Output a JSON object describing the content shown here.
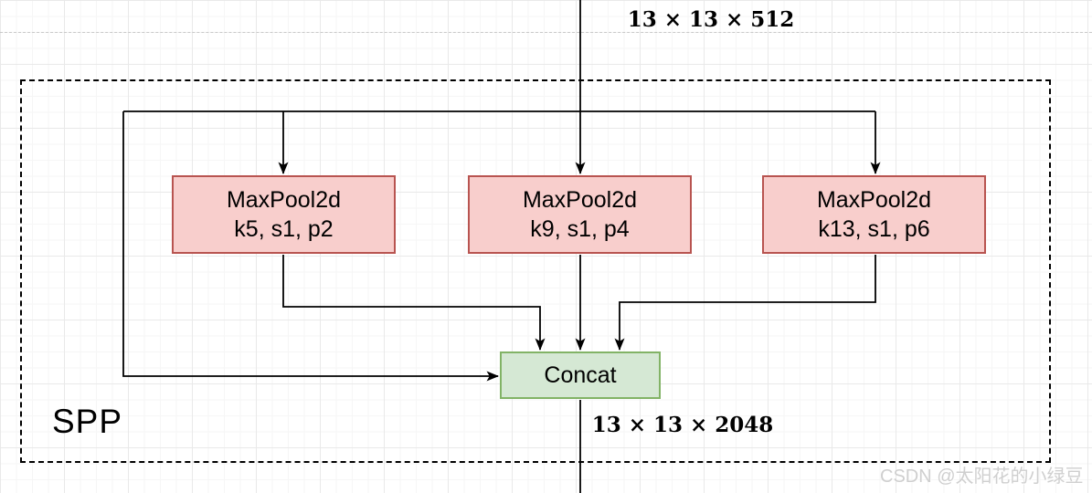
{
  "diagram": {
    "input_shape_label": "13 × 13 × 512",
    "output_shape_label": "13 × 13 × 2048",
    "module_label": "SPP",
    "maxpool_nodes": [
      {
        "title": "MaxPool2d",
        "params": "k5, s1, p2"
      },
      {
        "title": "MaxPool2d",
        "params": "k9, s1, p4"
      },
      {
        "title": "MaxPool2d",
        "params": "k13, s1, p6"
      }
    ],
    "concat_node": {
      "label": "Concat"
    },
    "colors": {
      "maxpool_fill": "#f8cecc",
      "maxpool_border": "#b85450",
      "concat_fill": "#d5e8d4",
      "concat_border": "#82b366",
      "connector": "#000000",
      "container_border": "#000000"
    }
  },
  "watermark": {
    "text": "CSDN @太阳花的小绿豆"
  }
}
